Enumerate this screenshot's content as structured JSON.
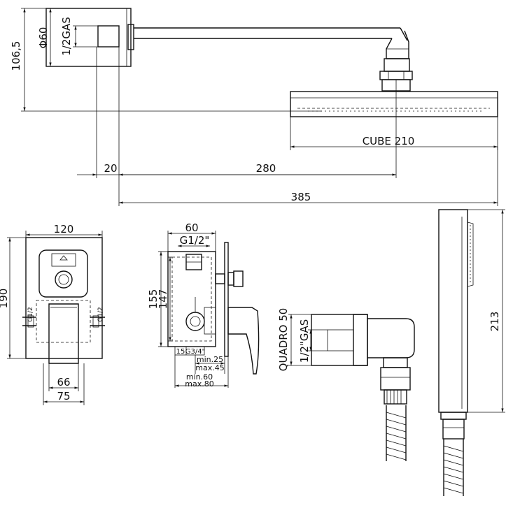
{
  "shower_arm": {
    "dim_diameter": "Φ60",
    "dim_thread": "1/2GAS",
    "dim_height": "106,5",
    "dim_wall_offset": "20",
    "dim_head_offset": "280",
    "dim_total_length": "385"
  },
  "shower_head": {
    "dim_size": "CUBE 210"
  },
  "mixer_front": {
    "dim_width": "120",
    "dim_height": "190",
    "dim_thread_left": "G1/2",
    "dim_thread_right": "G1/2",
    "dim_handle_width": "66",
    "dim_handle_base": "75"
  },
  "mixer_side": {
    "dim_depth": "60",
    "dim_thread_top": "G1/2\"",
    "dim_height_outer": "155",
    "dim_height_inner": "147",
    "dim_offset": "15",
    "dim_outlet_thread": "G3/4\"",
    "dim_min_wall": "min.25",
    "dim_max_wall": "max.45",
    "dim_min_depth": "min.60",
    "dim_max_depth": "max.80"
  },
  "wall_outlet": {
    "dim_size": "QUADRO 50",
    "dim_thread": "1/2\"GAS"
  },
  "hand_shower": {
    "dim_length": "213"
  }
}
